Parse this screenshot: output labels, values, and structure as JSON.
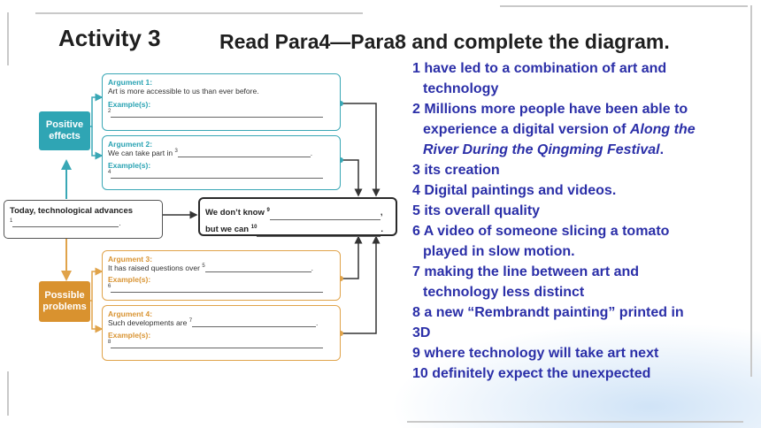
{
  "title": "Activity 3",
  "subtitle": "Read Para4—Para8 and complete the diagram.",
  "diagram": {
    "positive_label": "Positive effects",
    "problems_label": "Possible problems",
    "center_text": "Today, technological advances",
    "center_num": "1",
    "conclusion_line1": "We don’t know",
    "conclusion_num1": "9",
    "conclusion_line2": "but we can",
    "conclusion_num2": "10",
    "arguments": [
      {
        "title": "Argument 1:",
        "text": "Art is more accessible to us than ever before.",
        "text_num": "",
        "example": "Example(s):",
        "example_num": "2"
      },
      {
        "title": "Argument 2:",
        "text": "We can take part in",
        "text_num": "3",
        "example": "Example(s):",
        "example_num": "4"
      },
      {
        "title": "Argument 3:",
        "text": "It has raised questions over",
        "text_num": "5",
        "example": "Example(s):",
        "example_num": "6"
      },
      {
        "title": "Argument 4:",
        "text": "Such developments are",
        "text_num": "7",
        "example": "Example(s):",
        "example_num": "8"
      }
    ]
  },
  "answers": {
    "a1_l1": "1 have led to a combination of art and",
    "a1_l2": "technology",
    "a2_l1": "2 Millions more people have been able to",
    "a2_l2": "experience a digital version of ",
    "a2_l2_italic": "Along the",
    "a2_l3_italic": "River During the Qingming Festival",
    "a2_l3_end": ".",
    "a3": "3 its creation",
    "a4": "4 Digital paintings and videos.",
    "a5": "5 its overall quality",
    "a6_l1": "6 A video of someone slicing a tomato",
    "a6_l2": "played  in slow motion.",
    "a7_l1": "7 making the line between art and",
    "a7_l2": "technology less distinct",
    "a8_l1": "8 a new “Rembrandt painting” printed in",
    "a8_l2": "3D",
    "a9": "9 where technology will take art next",
    "a10": "10 definitely expect the unexpected"
  }
}
